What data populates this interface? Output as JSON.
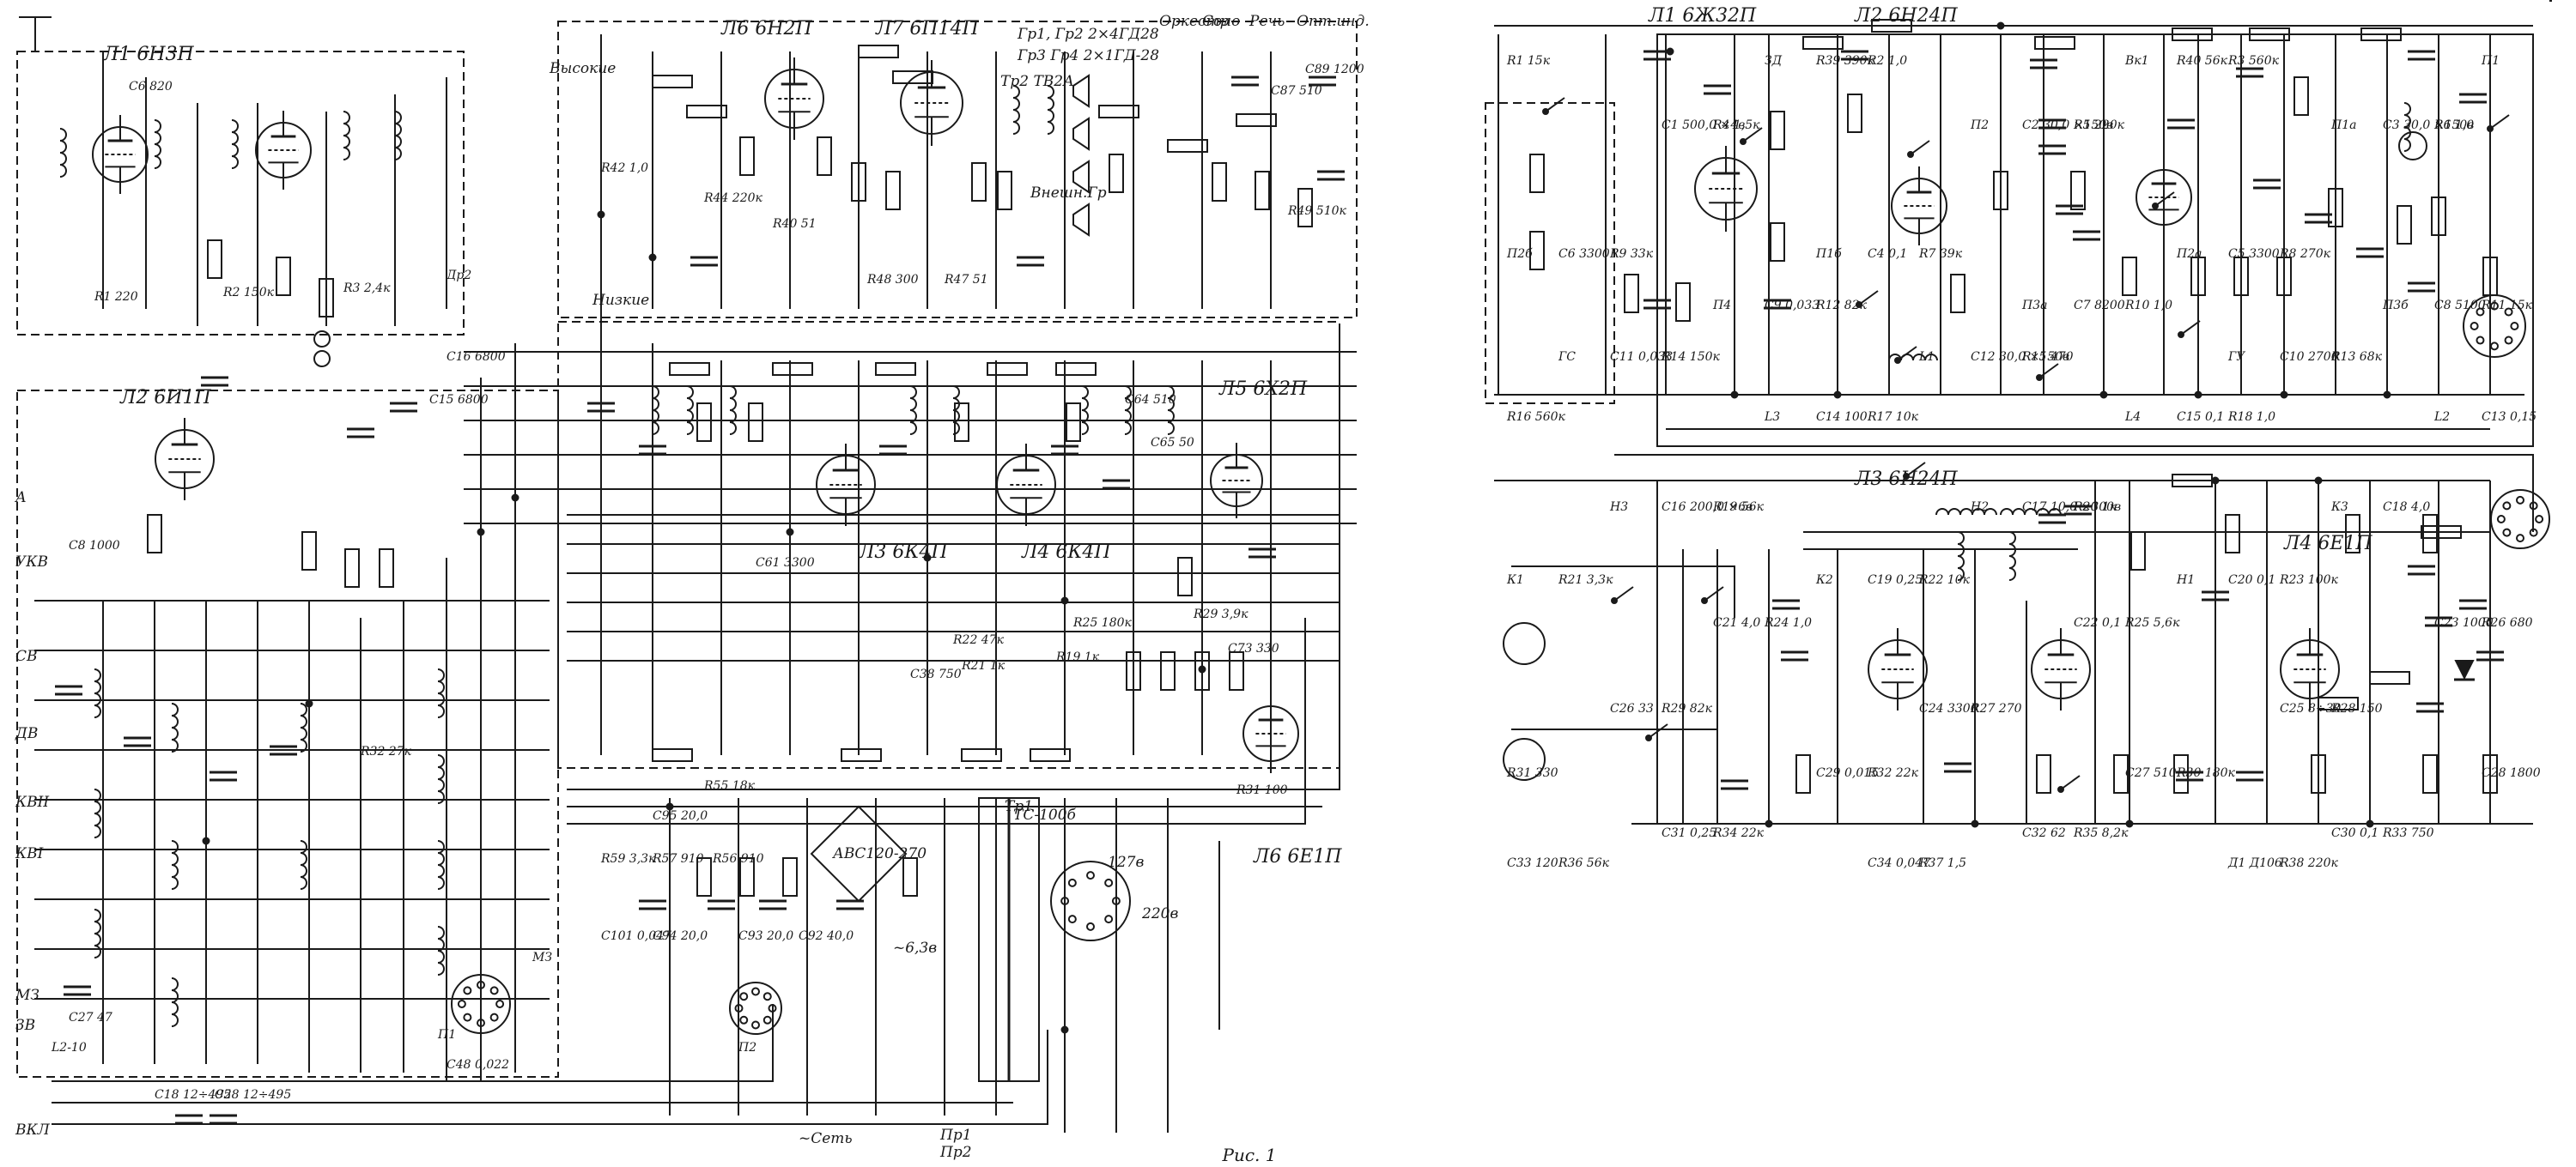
{
  "left_panel": {
    "caption": "Рис. 1",
    "tubes": [
      {
        "ref": "Л1",
        "type": "6Н3П"
      },
      {
        "ref": "Л2",
        "type": "6И1П"
      },
      {
        "ref": "Л3",
        "type": "6К4П"
      },
      {
        "ref": "Л4",
        "type": "6К4П"
      },
      {
        "ref": "Л5",
        "type": "6Х2П"
      },
      {
        "ref": "Л6",
        "type": "6Е1П"
      },
      {
        "ref": "Л6",
        "type": "6Н2П"
      },
      {
        "ref": "Л7",
        "type": "6П14П"
      }
    ],
    "band_labels": [
      "А",
      "УКВ",
      "СВ",
      "ДВ",
      "КВII",
      "КВI",
      "МЗ",
      "ЗВ",
      "ВКЛ"
    ],
    "top_labels": [
      "Высокие",
      "Низкие",
      "Оркестр",
      "Соло",
      "Речь",
      "Опт.инд.",
      "Внешн.Гр",
      "Гр1, Гр2 2×4ГД28",
      "Гр3 Гр4 2×1ГД-28",
      "Тр2 ТВ2А"
    ],
    "power_labels": [
      "~Сеть",
      "Пр1",
      "Пр2",
      "ТС-100б",
      "Тр1",
      "АВС120-270",
      "220в",
      "127в",
      "~6,3в"
    ],
    "component_labels": [
      "C6 820",
      "C16 6800",
      "C15 6800",
      "Др2",
      "R1 220",
      "R2 150к",
      "R3 2,4к",
      "C8 1000",
      "C27 47",
      "L2-10",
      "C18 12÷495",
      "C28 12÷495",
      "C48 0,022",
      "П1",
      "П2",
      "МЗ",
      "R59 3,3к",
      "R57 910",
      "R56 910",
      "C101 0,047",
      "C94 20,0",
      "C93 20,0",
      "C92 40,0",
      "R55 18к",
      "C95 20,0",
      "R32 27к",
      "R31 100",
      "C73 330",
      "R29 3,9к",
      "R25 180к",
      "C64 510",
      "C65 50",
      "R22 47к",
      "C61 3300",
      "R21 1к",
      "R19 1к",
      "C38 750",
      "R42 1,0",
      "C87 510",
      "C89 1200",
      "R44 220к",
      "R49 510к",
      "R40 51",
      "R48 300",
      "R47 51"
    ]
  },
  "right_panel": {
    "tubes": [
      {
        "ref": "Л1",
        "type": "6Ж32П"
      },
      {
        "ref": "Л2",
        "type": "6Н24П"
      },
      {
        "ref": "Л3",
        "type": "6Н24П"
      },
      {
        "ref": "Л4",
        "type": "6Е1П"
      }
    ],
    "component_labels": [
      "R1 15к",
      "R2 1,0",
      "R3 560к",
      "R4 1,5к",
      "R5 220к",
      "R6 1,0",
      "R7 39к",
      "R8 270к",
      "R9 33к",
      "R10 1,0",
      "R11 15к",
      "R12 82к",
      "R13 68к",
      "R14 150к",
      "R15 470",
      "R16 560к",
      "R17 10к",
      "R18 1,0",
      "R19 56к",
      "R20 1к",
      "R21 3,3к",
      "R22 10к",
      "R23 100к",
      "R24 1,0",
      "R25 5,6к",
      "R26 680",
      "R27 270",
      "R28 150",
      "R29 82к",
      "R30 180к",
      "R31 330",
      "R32 22к",
      "R33 750",
      "R34 22к",
      "R35 8,2к",
      "R36 56к",
      "R37 1,5",
      "R38 220к",
      "R39 390к",
      "R40 56к",
      "C1 500,0 ×4в",
      "C2 30,0 ×150в",
      "C3 30,0 ×150в",
      "C4 0,1",
      "C5 3300",
      "C6 3300",
      "C7 8200",
      "C8 5100",
      "C9 0,033",
      "C10 2700",
      "C11 0,033",
      "C12 30,0 ×150в",
      "C13 0,15",
      "C14 100",
      "C15 0,1",
      "C16 200,0 ×6в",
      "C17 10,0 ×300в",
      "C18 4,0",
      "C19 0,25",
      "C20 0,1",
      "C21 4,0",
      "C22 0,1",
      "C23 1000",
      "C24 3300",
      "C25 8÷30",
      "C26 33",
      "C27 510",
      "C28 1800",
      "C29 0,015",
      "C30 0,1",
      "C31 0,25",
      "C32 62",
      "C33 120",
      "C34 0,047",
      "Д1 Д106",
      "ЗД",
      "Вк1",
      "П1",
      "П2",
      "П1а",
      "П1б",
      "П2а",
      "П2б",
      "П3а",
      "П3б",
      "П4",
      "ГУ",
      "ГС",
      "L1",
      "L2",
      "L3",
      "L4",
      "Н3",
      "Н2",
      "К3",
      "К2",
      "Н1",
      "К1"
    ]
  }
}
